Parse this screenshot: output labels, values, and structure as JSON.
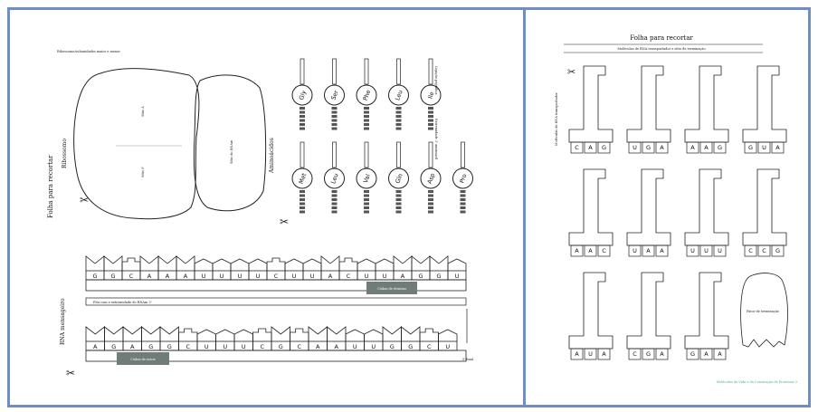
{
  "colors": {
    "border": "#6f8fc2",
    "line": "#222222",
    "tag_fill": "#6f7c78"
  },
  "left_page": {
    "ribosome_heading": "Ribossomo/subunidades maior e menor",
    "section_cut_main": "Folha para recortar",
    "section_ribosome": "Ribossomo",
    "section_amino": "Aminoácidos",
    "section_mrna": "RNA mensageiro",
    "ribosome_site_top": "Sítio A",
    "ribosome_site_bottom": "Sítio P",
    "ribosome_small_label": "Sítio do RNAm",
    "amino_label_top": "Ligação peptídica",
    "amino_label_bottom": "Extremidade 3' aminoacil",
    "aminoacids_row1": [
      "Gly",
      "Ser",
      "Phe",
      "Leu",
      "Ile"
    ],
    "aminoacids_row2": [
      "Met",
      "Leu",
      "Val",
      "Gln",
      "Asp",
      "Pro"
    ],
    "mrna_strip1_bases": [
      "G",
      "G",
      "C",
      "A",
      "A",
      "A",
      "U",
      "U",
      "U",
      "U",
      "C",
      "U",
      "U",
      "A",
      "C",
      "U",
      "U",
      "A",
      "G",
      "G",
      "U"
    ],
    "mrna_strip1_tag": "Códon de término",
    "mrna_strip1_note": "Fita com a extremidade do RNAm 3'",
    "mrna_strip2_bases": [
      "A",
      "G",
      "A",
      "G",
      "G",
      "C",
      "U",
      "U",
      "U",
      "C",
      "G",
      "C",
      "A",
      "A",
      "U",
      "U",
      "G",
      "G",
      "C",
      "U"
    ],
    "mrna_strip2_tag": "Códon de início",
    "mrna_strip2_end": "5' final"
  },
  "right_page": {
    "title": "Folha para recortar",
    "subtitle": "Moléculas de RNA transportador e sítio de terminação",
    "side_label": "Moléculas de RNA transportador",
    "trna_anticodons": [
      [
        "C",
        "A",
        "G"
      ],
      [
        "U",
        "G",
        "A"
      ],
      [
        "A",
        "A",
        "G"
      ],
      [
        "G",
        "U",
        "A"
      ],
      [
        "A",
        "A",
        "C"
      ],
      [
        "U",
        "A",
        "A"
      ],
      [
        "U",
        "U",
        "U"
      ],
      [
        "C",
        "C",
        "G"
      ],
      [
        "A",
        "U",
        "A"
      ],
      [
        "C",
        "G",
        "A"
      ],
      [
        "G",
        "A",
        "A"
      ]
    ],
    "release_factor_label": "Fator de terminação",
    "footer": "Moléculas da Vida e da Construção de Proteínas 3"
  }
}
